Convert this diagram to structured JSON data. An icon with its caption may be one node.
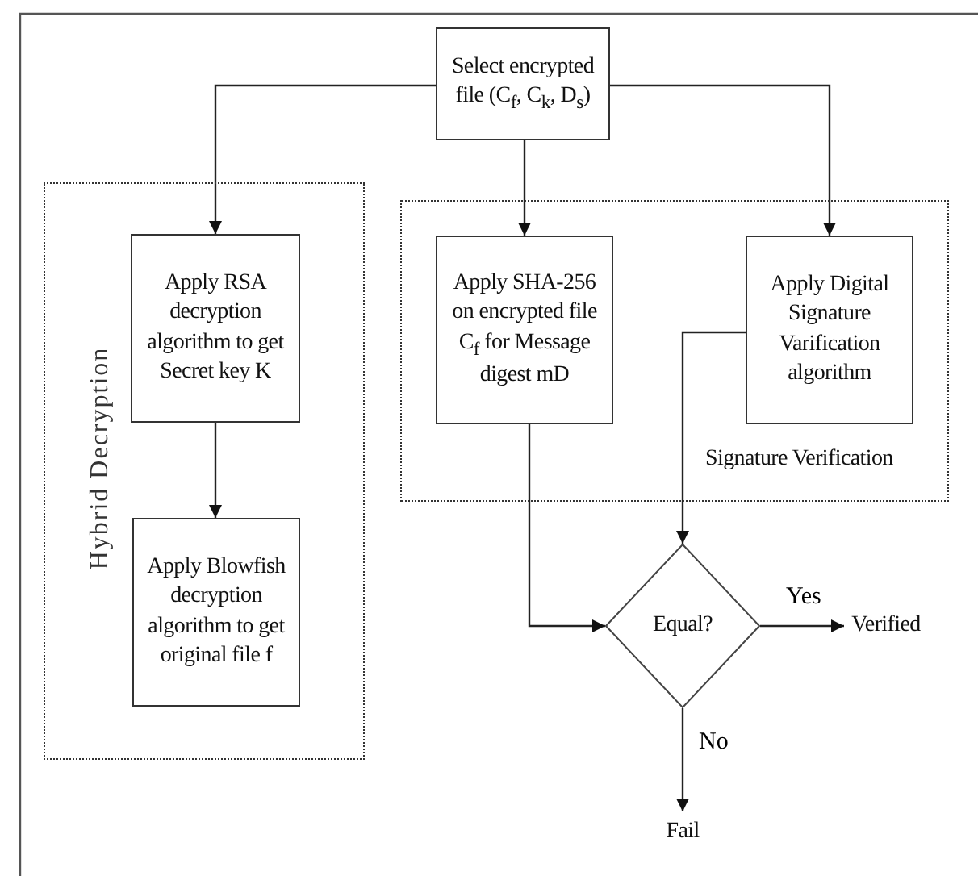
{
  "diagram": {
    "nodes": [
      {
        "text": [
          "Select encrypted file (C$_{f}$, C$_{k}$, D$_{s}$)"
        ]
      },
      {
        "text": [
          "Hybrid Decryption"
        ]
      },
      {
        "text": [
          "Apply RSA decryption algorithm to get Secret key K"
        ],
        "in": 1
      },
      {
        "text": [
          "Apply Blowfish decryption algorithm to get original file f"
        ],
        "in": 1
      },
      {
        "text": [
          "Signature Verification"
        ]
      },
      {
        "text": [
          "Apply SHA-256 on encrypted file C$_{f}$ for Message digest mD"
        ],
        "in": 4
      },
      {
        "text": [
          "Apply Digital Signature Varification algorithm"
        ],
        "in": 4
      },
      {
        "text": [
          "Equal?"
        ]
      },
      {
        "text": [
          "Verified"
        ]
      },
      {
        "text": [
          "Fail"
        ]
      }
    ],
    "edges": [
      {
        "from": 0,
        "to": 2,
        "arrow": "to"
      },
      {
        "from": 0,
        "to": 5,
        "arrow": "to"
      },
      {
        "from": 0,
        "to": 6,
        "arrow": "to"
      },
      {
        "from": 2,
        "to": 3,
        "arrow": "to"
      },
      {
        "from": 5,
        "to": 7,
        "arrow": "to"
      },
      {
        "from": 6,
        "to": 7,
        "arrow": "to"
      },
      {
        "from": 7,
        "to": 8,
        "label": "Yes",
        "arrow": "to"
      },
      {
        "from": 7,
        "to": 9,
        "label": "No",
        "arrow": "to"
      }
    ]
  }
}
